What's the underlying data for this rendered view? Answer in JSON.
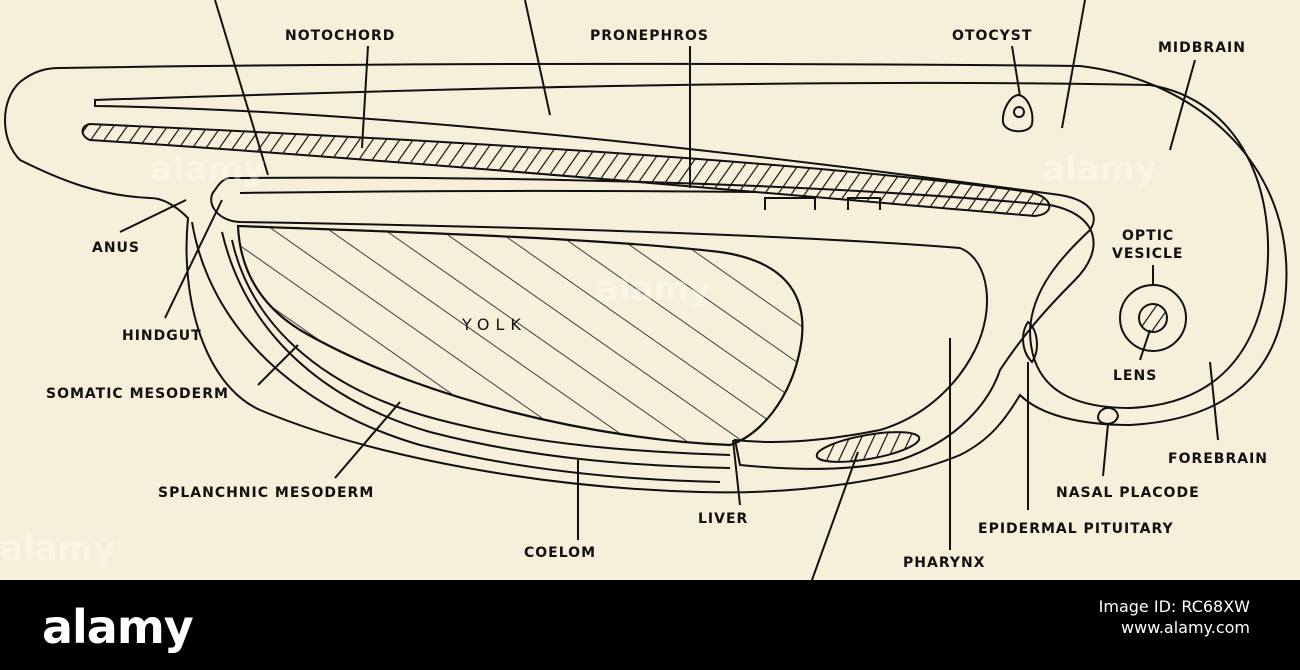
{
  "labels": {
    "notochord": "NOTOCHORD",
    "pronephros": "PRONEPHROS",
    "otocyst": "OTOCYST",
    "midbrain": "MIDBRAIN",
    "optic_vesicle_1": "OPTIC",
    "optic_vesicle_2": "VESICLE",
    "lens": "LENS",
    "forebrain": "FOREBRAIN",
    "nasal_placode": "NASAL PLACODE",
    "epidermal_pituitary": "EPIDERMAL PITUITARY",
    "pharynx": "PHARYNX",
    "liver": "LIVER",
    "coelom": "COELOM",
    "splanchnic_mesoderm": "SPLANCHNIC MESODERM",
    "somatic_mesoderm": "SOMATIC MESODERM",
    "hindgut": "HINDGUT",
    "anus": "ANUS",
    "yolk": "YOLK"
  },
  "watermark": "alamy",
  "footer": {
    "logo": "alamy",
    "image_id": "Image ID: RC68XW",
    "site": "www.alamy.com"
  },
  "colors": {
    "paper": "#f6f0db",
    "ink": "#111111",
    "footer": "#000000"
  }
}
